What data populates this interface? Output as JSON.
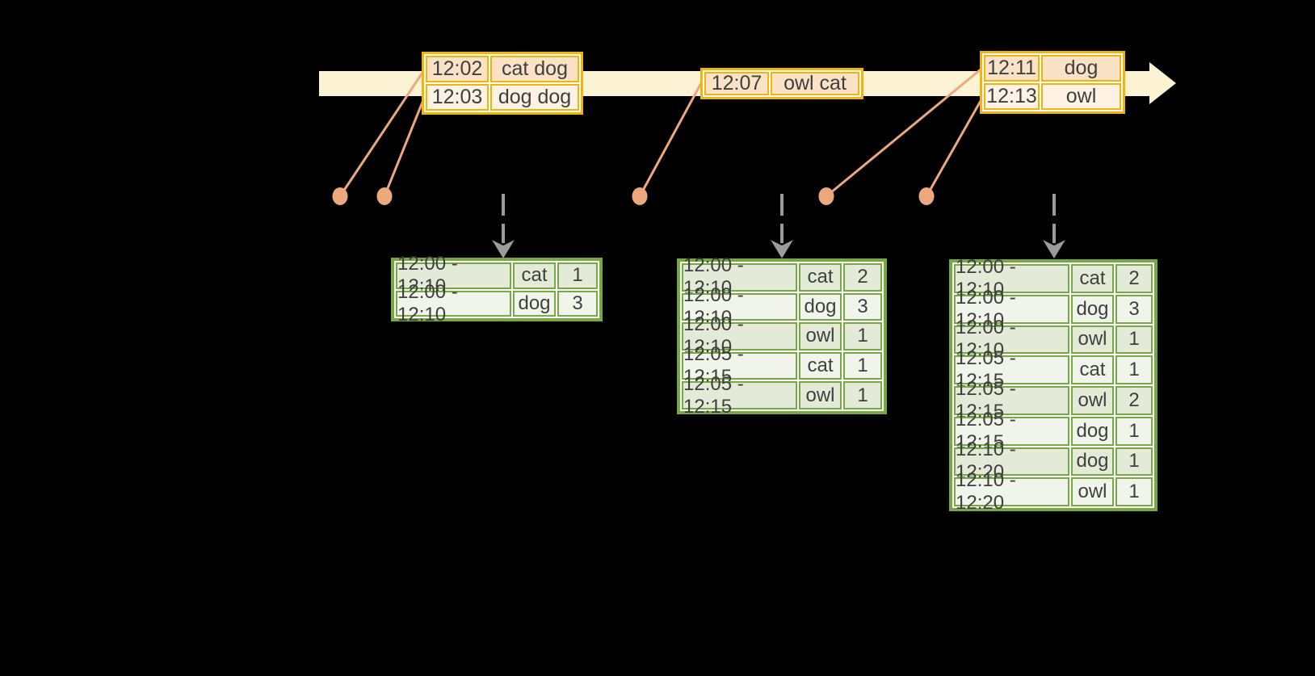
{
  "colors": {
    "background": "#000000",
    "timeline_band": "#fcf3d4",
    "event_box_border": "#f2b30d",
    "event_row_peach": "#fae2c6",
    "event_row_cream": "#fdf2e3",
    "event_marker_salmon": "#eda87e",
    "trigger_arrow_gray": "#9b9b9b",
    "result_table_border": "#76a843",
    "result_row_dark": "#e3ebd8",
    "result_row_light": "#f1f4eb",
    "text": "#3f3f3f"
  },
  "timeline": {
    "event_boxes": [
      {
        "id": "event-box-1",
        "rows": [
          {
            "time": "12:02",
            "words": "cat dog"
          },
          {
            "time": "12:03",
            "words": "dog dog"
          }
        ]
      },
      {
        "id": "event-box-2",
        "rows": [
          {
            "time": "12:07",
            "words": "owl cat"
          }
        ]
      },
      {
        "id": "event-box-3",
        "rows": [
          {
            "time": "12:11",
            "words": "dog"
          },
          {
            "time": "12:13",
            "words": "owl"
          }
        ]
      }
    ]
  },
  "result_tables": [
    {
      "id": "result-table-1",
      "rows": [
        {
          "window": "12:00 - 12:10",
          "word": "cat",
          "count": "1"
        },
        {
          "window": "12:00 - 12:10",
          "word": "dog",
          "count": "3"
        }
      ]
    },
    {
      "id": "result-table-2",
      "rows": [
        {
          "window": "12:00 - 12:10",
          "word": "cat",
          "count": "2"
        },
        {
          "window": "12:00 - 12:10",
          "word": "dog",
          "count": "3"
        },
        {
          "window": "12:00 - 12:10",
          "word": "owl",
          "count": "1"
        },
        {
          "window": "12:05 - 12:15",
          "word": "cat",
          "count": "1"
        },
        {
          "window": "12:05 - 12:15",
          "word": "owl",
          "count": "1"
        }
      ]
    },
    {
      "id": "result-table-3",
      "rows": [
        {
          "window": "12:00 - 12:10",
          "word": "cat",
          "count": "2"
        },
        {
          "window": "12:00 - 12:10",
          "word": "dog",
          "count": "3"
        },
        {
          "window": "12:00 - 12:10",
          "word": "owl",
          "count": "1"
        },
        {
          "window": "12:05 - 12:15",
          "word": "cat",
          "count": "1"
        },
        {
          "window": "12:05 - 12:15",
          "word": "owl",
          "count": "2"
        },
        {
          "window": "12:05 - 12:15",
          "word": "dog",
          "count": "1"
        },
        {
          "window": "12:10 - 12:20",
          "word": "dog",
          "count": "1"
        },
        {
          "window": "12:10 - 12:20",
          "word": "owl",
          "count": "1"
        }
      ]
    }
  ]
}
